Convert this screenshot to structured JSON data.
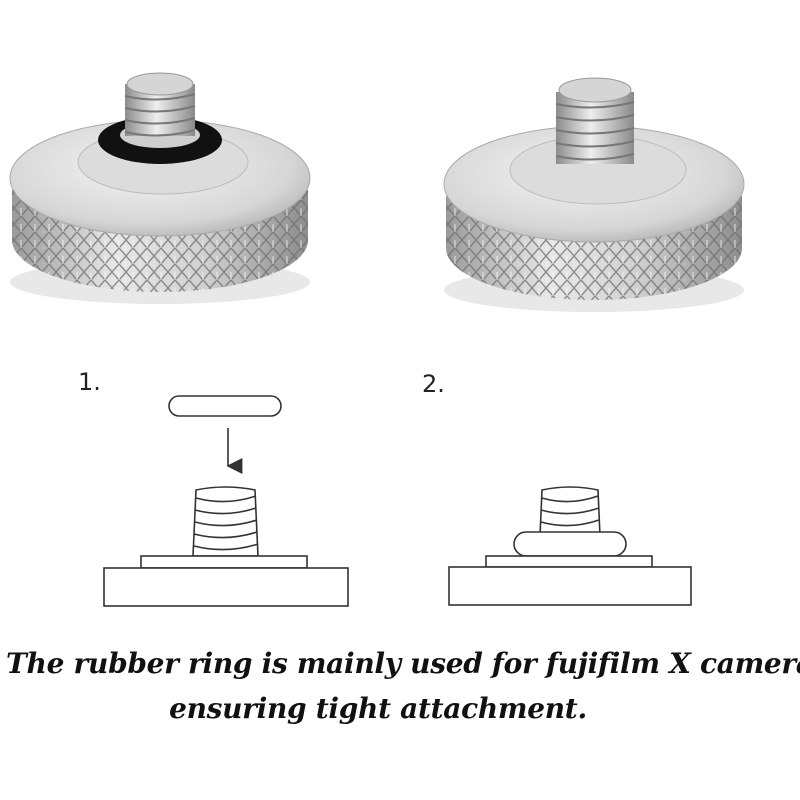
{
  "steps": {
    "first": "1.",
    "second": "2."
  },
  "caption": {
    "line1": "The rubber ring is mainly used for fujifilm X camera,",
    "line2": "ensuring tight attachment."
  },
  "colors": {
    "metal_light": "#e6e6e6",
    "metal_mid": "#bdbdbd",
    "metal_dark": "#7a7a7a",
    "rubber_ring": "#111111",
    "line": "#333333"
  },
  "icons": {
    "arrow": "down-arrow-icon"
  }
}
